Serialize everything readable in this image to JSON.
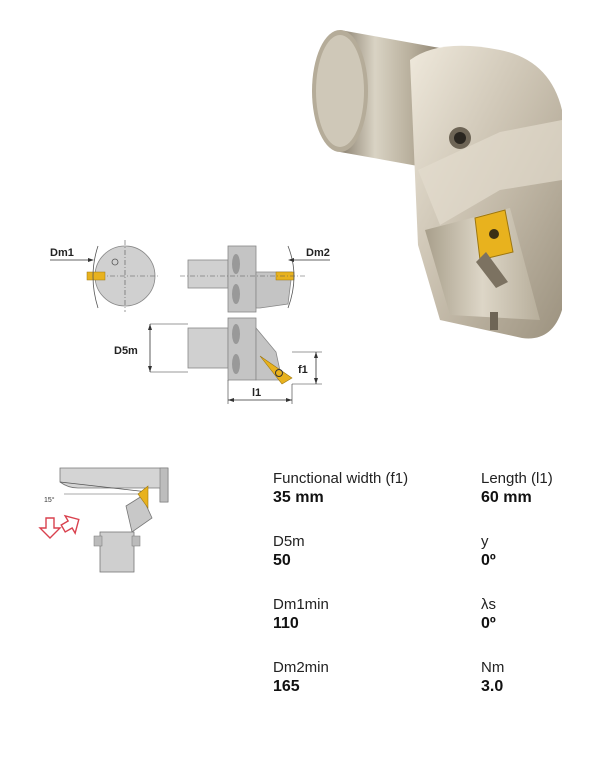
{
  "drawing": {
    "dm1_label": "Dm1",
    "dm2_label": "Dm2",
    "d5m_label": "D5m",
    "f1_label": "f1",
    "l1_label": "l1",
    "angle_label": "15°"
  },
  "specs": [
    {
      "label": "Functional width (f1)",
      "value": "35 mm"
    },
    {
      "label": "Length (l1)",
      "value": "60 mm"
    },
    {
      "label": "D5m",
      "value": "50"
    },
    {
      "label": "y",
      "value": "0º"
    },
    {
      "label": "Dm1min",
      "value": "110"
    },
    {
      "label": "λs",
      "value": "0º"
    },
    {
      "label": "Dm2min",
      "value": "165"
    },
    {
      "label": "Nm",
      "value": "3.0"
    }
  ],
  "colors": {
    "insert_gold": "#e8b21e",
    "tool_gray": "#c9c9c9",
    "arrow_red": "#d9414e"
  }
}
